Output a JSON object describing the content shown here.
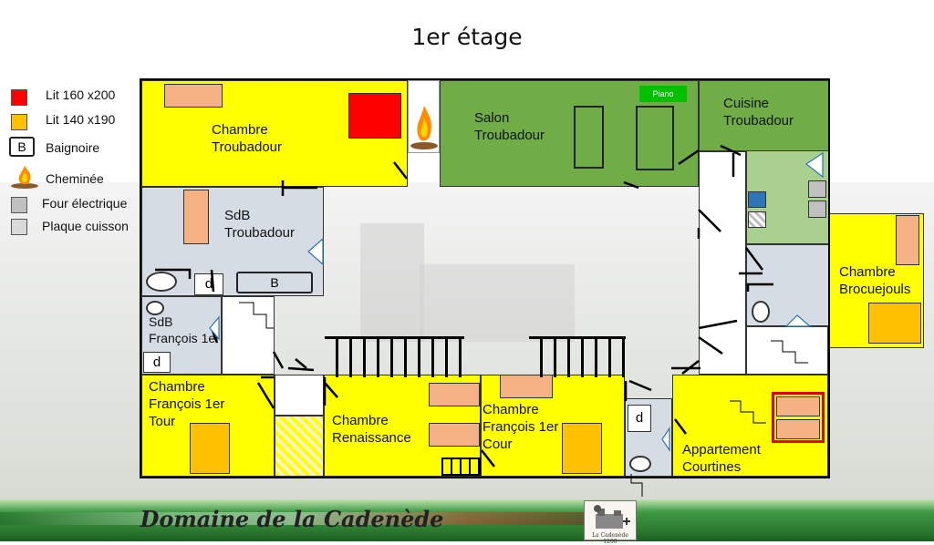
{
  "title": "1er étage",
  "legend": [
    {
      "label": "Lit 160 x200",
      "color": "#ff0000"
    },
    {
      "label": "Lit 140 x190",
      "color": "#ffc000"
    },
    {
      "label": "Baignoire",
      "symbol": "B"
    },
    {
      "label": "Cheminée",
      "icon": "fire-icon"
    },
    {
      "label": "Four électrique",
      "color": "#c0c0c0"
    },
    {
      "label": "Plaque cuisson",
      "color": "#d9d9d9"
    }
  ],
  "rooms": {
    "chambre_troubadour": "Chambre\nTroubadour",
    "salon_troubadour": "Salon\nTroubadour",
    "piano": "Piano",
    "cuisine_troubadour": "Cuisine\nTroubadour",
    "sdb_troubadour": "SdB\nTroubadour",
    "sdb_francois": "SdB\nFrançois 1er",
    "chambre_francois_tour": "Chambre\nFrançois 1er\nTour",
    "chambre_renaissance": "Chambre\nRenaissance",
    "chambre_francois_cour": "Chambre\nFrançois 1er\nCour",
    "chambre_brocuejouls": "Chambre\nBrocuejouls",
    "appartement_courtines": "Appartement\nCourtines"
  },
  "marks": {
    "bathtub": "B",
    "shower": "d"
  },
  "banner": {
    "text": "Domaine de la Cadenède",
    "logo_caption": "La Cadenède 1200"
  },
  "colors": {
    "bedroom": "#ffff00",
    "salon": "#70ad47",
    "kitchen": "#a9d08e",
    "bathroom": "#d6dce4",
    "bed_160": "#ff0000",
    "bed_140": "#ffc000",
    "bed_single": "#f4b183"
  }
}
